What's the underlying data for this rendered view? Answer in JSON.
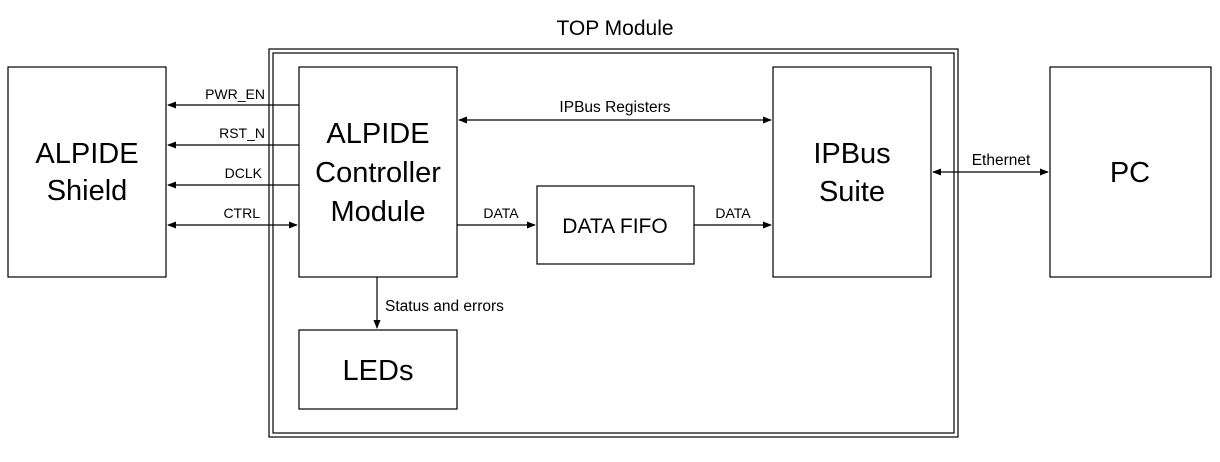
{
  "diagram": {
    "top_label": "TOP Module",
    "blocks": {
      "alpide_shield": [
        "ALPIDE",
        "Shield"
      ],
      "controller": [
        "ALPIDE",
        "Controller",
        "Module"
      ],
      "ipbus_suite": [
        "IPBus",
        "Suite"
      ],
      "pc": "PC",
      "data_fifo": "DATA FIFO",
      "leds": "LEDs"
    },
    "signals": {
      "pwr_en": "PWR_EN",
      "rst_n": "RST_N",
      "dclk": "DCLK",
      "ctrl": "CTRL",
      "ipbus_registers": "IPBus Registers",
      "data_to_fifo": "DATA",
      "data_to_ipbus": "DATA",
      "ethernet": "Ethernet",
      "status_errors": "Status and errors"
    }
  }
}
